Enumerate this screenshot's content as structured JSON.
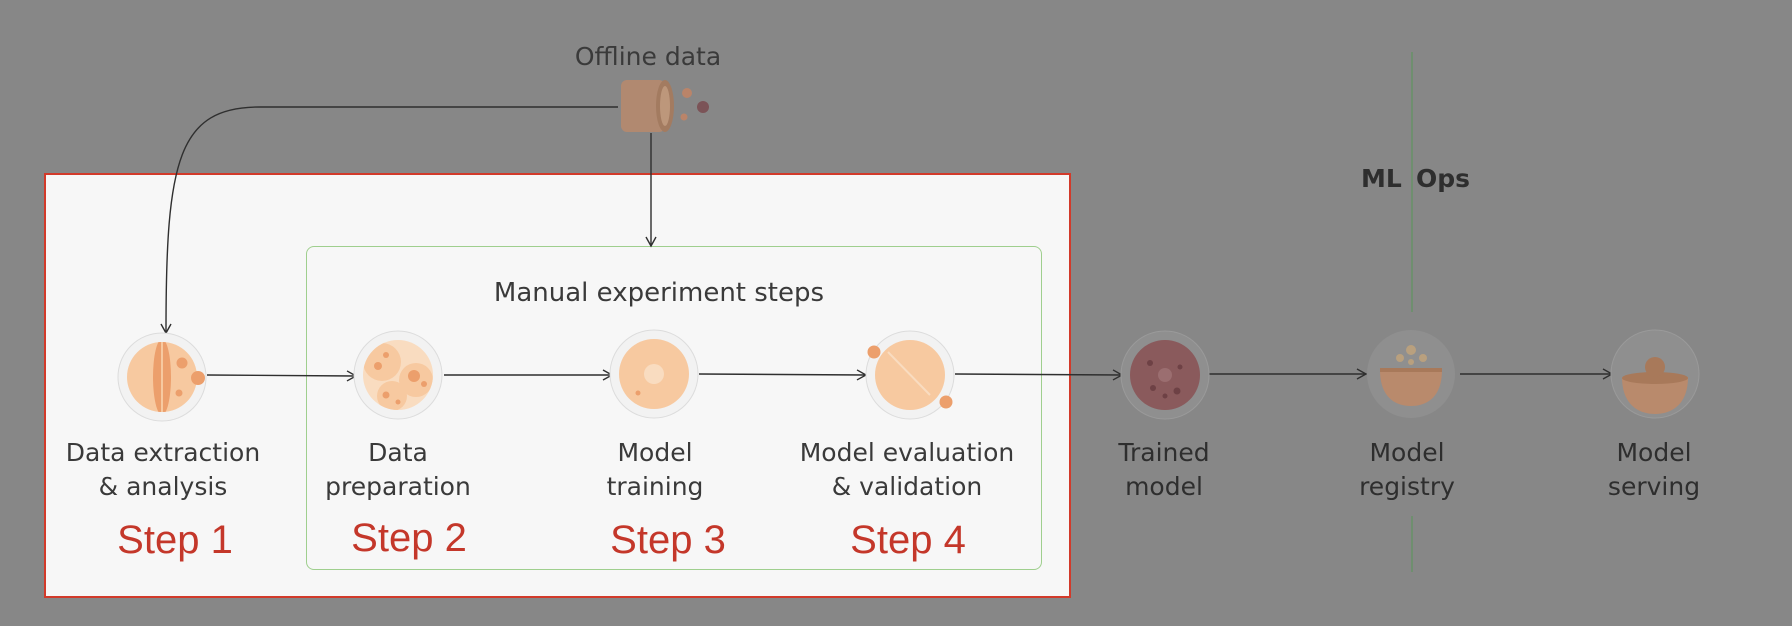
{
  "offline": {
    "label": "Offline data"
  },
  "manual": {
    "title": "Manual experiment steps"
  },
  "mlops": {
    "left": "ML",
    "right": "Ops"
  },
  "steps": [
    {
      "label": "Data extraction\n& analysis",
      "step": "Step 1"
    },
    {
      "label": "Data\npreparation",
      "step": "Step 2"
    },
    {
      "label": "Model\ntraining",
      "step": "Step 3"
    },
    {
      "label": "Model evaluation\n& validation",
      "step": "Step 4"
    }
  ],
  "outputs": [
    {
      "label": "Trained\nmodel"
    },
    {
      "label": "Model\nregistry"
    },
    {
      "label": "Model\nserving"
    }
  ],
  "colors": {
    "background": "#878787",
    "panel": "#f7f7f7",
    "panel_border": "#d23a2a",
    "group_border": "#9fcf8e",
    "step_text": "#c4372a",
    "peach": "#f7c9a0",
    "peach_dark": "#ec9f6c",
    "trained_model": "#8a5a5c",
    "bowl": "#b98a6c",
    "divider": "#6f8f6f"
  }
}
